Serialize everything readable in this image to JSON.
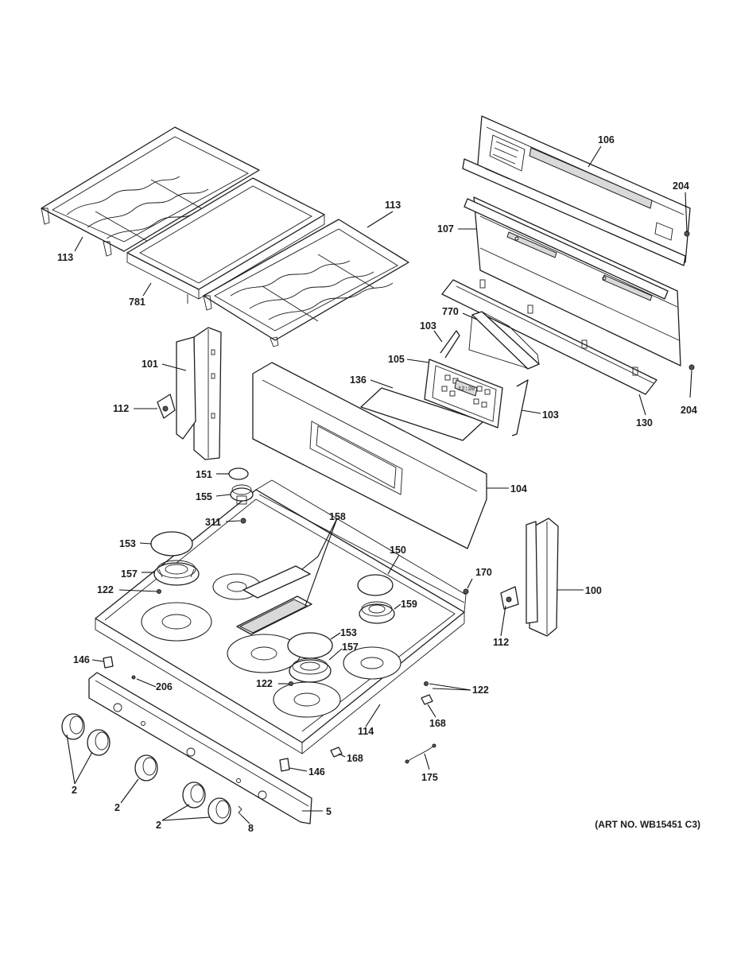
{
  "diagram": {
    "art_number": "(ART NO. WB15451 C3)",
    "display_text": "12:20",
    "callouts": [
      {
        "id": "c106",
        "text": "106"
      },
      {
        "id": "c204a",
        "text": "204"
      },
      {
        "id": "c107",
        "text": "107"
      },
      {
        "id": "c113a",
        "text": "113"
      },
      {
        "id": "c113b",
        "text": "113"
      },
      {
        "id": "c781",
        "text": "781"
      },
      {
        "id": "c770",
        "text": "770"
      },
      {
        "id": "c103a",
        "text": "103"
      },
      {
        "id": "c105",
        "text": "105"
      },
      {
        "id": "c136",
        "text": "136"
      },
      {
        "id": "c103b",
        "text": "103"
      },
      {
        "id": "c130",
        "text": "130"
      },
      {
        "id": "c204b",
        "text": "204"
      },
      {
        "id": "c101",
        "text": "101"
      },
      {
        "id": "c112a",
        "text": "112"
      },
      {
        "id": "c151",
        "text": "151"
      },
      {
        "id": "c155",
        "text": "155"
      },
      {
        "id": "c104",
        "text": "104"
      },
      {
        "id": "c158",
        "text": "158"
      },
      {
        "id": "c311",
        "text": "311"
      },
      {
        "id": "c153a",
        "text": "153"
      },
      {
        "id": "c150",
        "text": "150"
      },
      {
        "id": "c157a",
        "text": "157"
      },
      {
        "id": "c170",
        "text": "170"
      },
      {
        "id": "c100",
        "text": "100"
      },
      {
        "id": "c122a",
        "text": "122"
      },
      {
        "id": "c159",
        "text": "159"
      },
      {
        "id": "c112b",
        "text": "112"
      },
      {
        "id": "c153b",
        "text": "153"
      },
      {
        "id": "c157b",
        "text": "157"
      },
      {
        "id": "c146a",
        "text": "146"
      },
      {
        "id": "c206",
        "text": "206"
      },
      {
        "id": "c122b",
        "text": "122"
      },
      {
        "id": "c122c",
        "text": "122"
      },
      {
        "id": "c168a",
        "text": "168"
      },
      {
        "id": "c114",
        "text": "114"
      },
      {
        "id": "c168b",
        "text": "168"
      },
      {
        "id": "c146b",
        "text": "146"
      },
      {
        "id": "c175",
        "text": "175"
      },
      {
        "id": "c2a",
        "text": "2"
      },
      {
        "id": "c2b",
        "text": "2"
      },
      {
        "id": "c5",
        "text": "5"
      },
      {
        "id": "c2c",
        "text": "2"
      },
      {
        "id": "c8",
        "text": "8"
      }
    ]
  }
}
